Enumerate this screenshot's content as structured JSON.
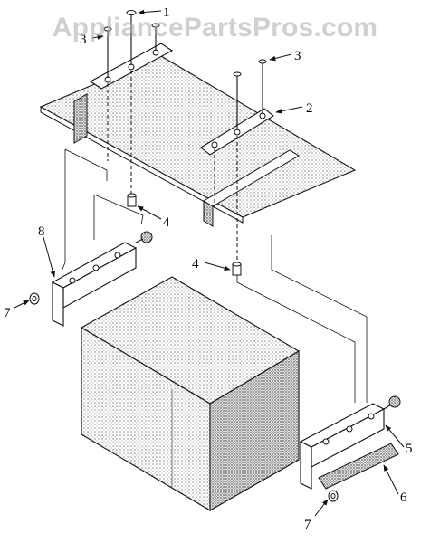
{
  "watermark": "AppliancePartsPros.com",
  "callouts": {
    "c1": "1",
    "c2": "2",
    "c3a": "3",
    "c3b": "3",
    "c4a": "4",
    "c4b": "4",
    "c5": "5",
    "c6": "6",
    "c7a": "7",
    "c7b": "7",
    "c8": "8"
  },
  "colors": {
    "ink": "#111111",
    "stipple": "#9a9a9a",
    "paper": "#ffffff"
  }
}
